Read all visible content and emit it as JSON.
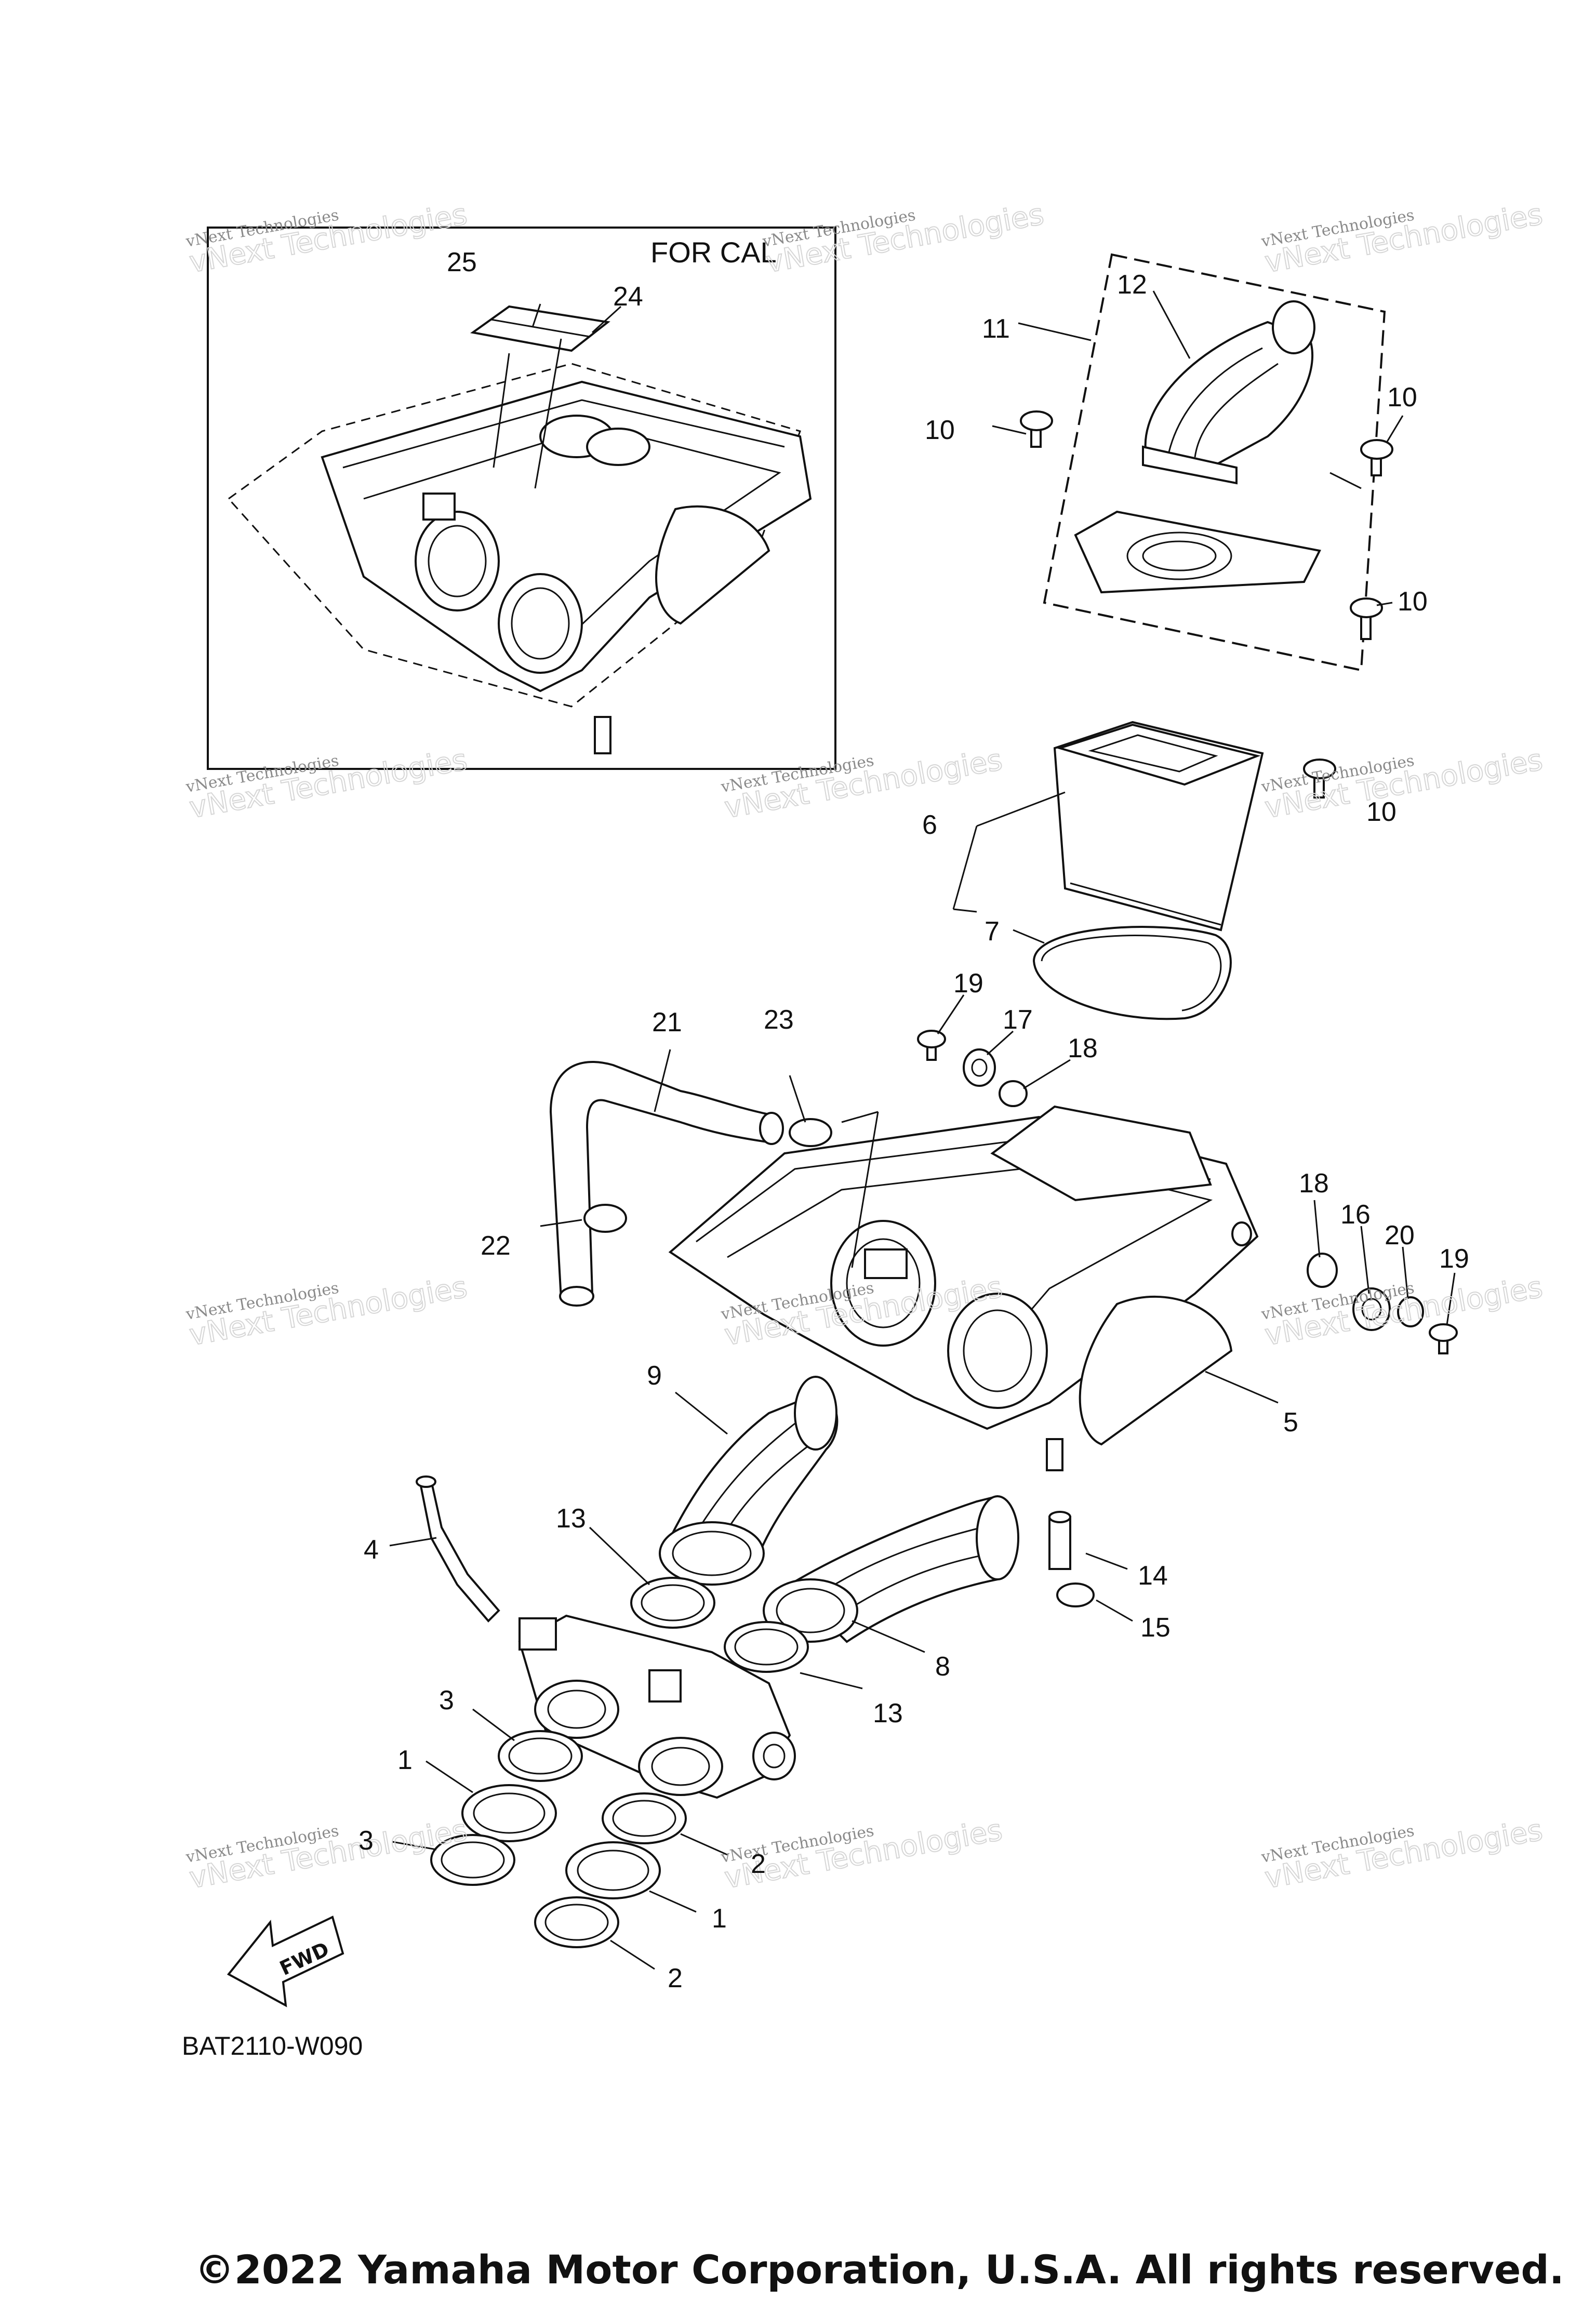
{
  "inset": {
    "title": "FOR CAL"
  },
  "diagram_code": "BAT2110-W090",
  "copyright": "©2022 Yamaha Motor Corporation, U.S.A. All rights reserved.",
  "fwd_label": "FWD",
  "watermark": {
    "line1": "vNext Technologies",
    "line2": "vNext Technologies"
  },
  "callouts": [
    "25",
    "24",
    "11",
    "12",
    "10",
    "10",
    "10",
    "10",
    "6",
    "7",
    "19",
    "17",
    "18",
    "21",
    "23",
    "22",
    "18",
    "16",
    "20",
    "19",
    "5",
    "9",
    "4",
    "13",
    "8",
    "14",
    "15",
    "13",
    "3",
    "1",
    "3",
    "2",
    "1",
    "2"
  ],
  "colors": {
    "ink": "#111111",
    "watermark": "#8a8a8a",
    "background": "#ffffff"
  }
}
